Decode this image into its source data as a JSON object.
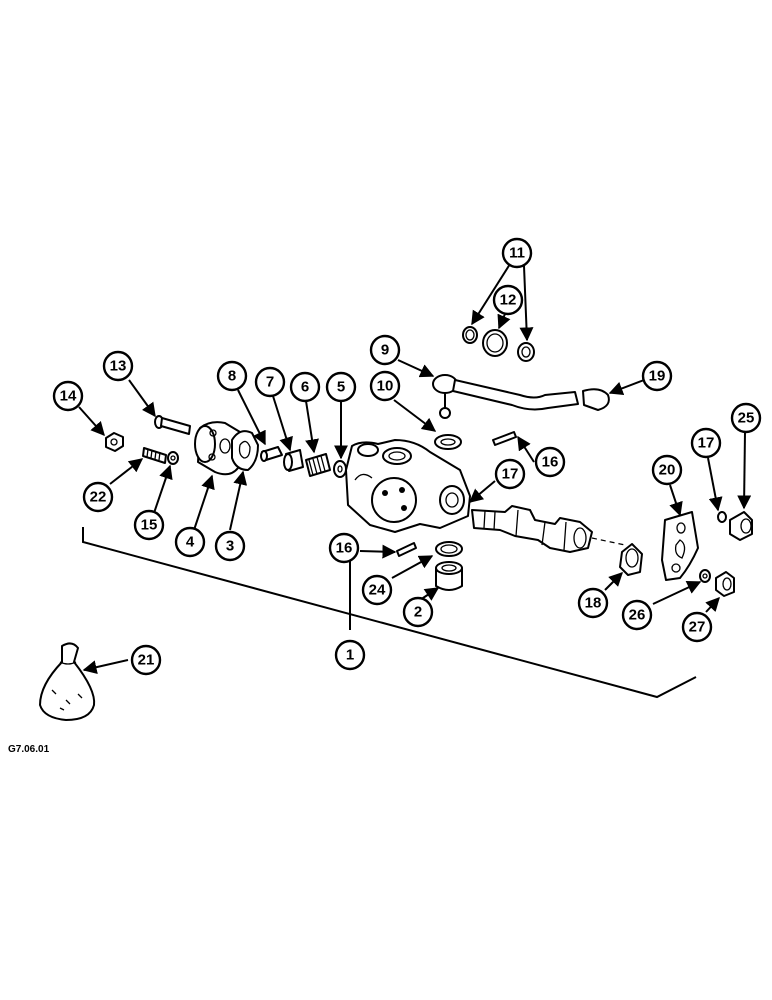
{
  "figure_code": "G7.06.01",
  "callouts": {
    "n1": "1",
    "n2": "2",
    "n3": "3",
    "n4": "4",
    "n5": "5",
    "n6": "6",
    "n7": "7",
    "n8": "8",
    "n9": "9",
    "n10": "10",
    "n11": "11",
    "n12": "12",
    "n13": "13",
    "n14": "14",
    "n15": "15",
    "n16a": "16",
    "n16b": "16",
    "n17a": "17",
    "n17b": "17",
    "n18": "18",
    "n19": "19",
    "n20": "20",
    "n21": "21",
    "n22": "22",
    "n24": "24",
    "n25": "25",
    "n26": "26",
    "n27": "27"
  }
}
